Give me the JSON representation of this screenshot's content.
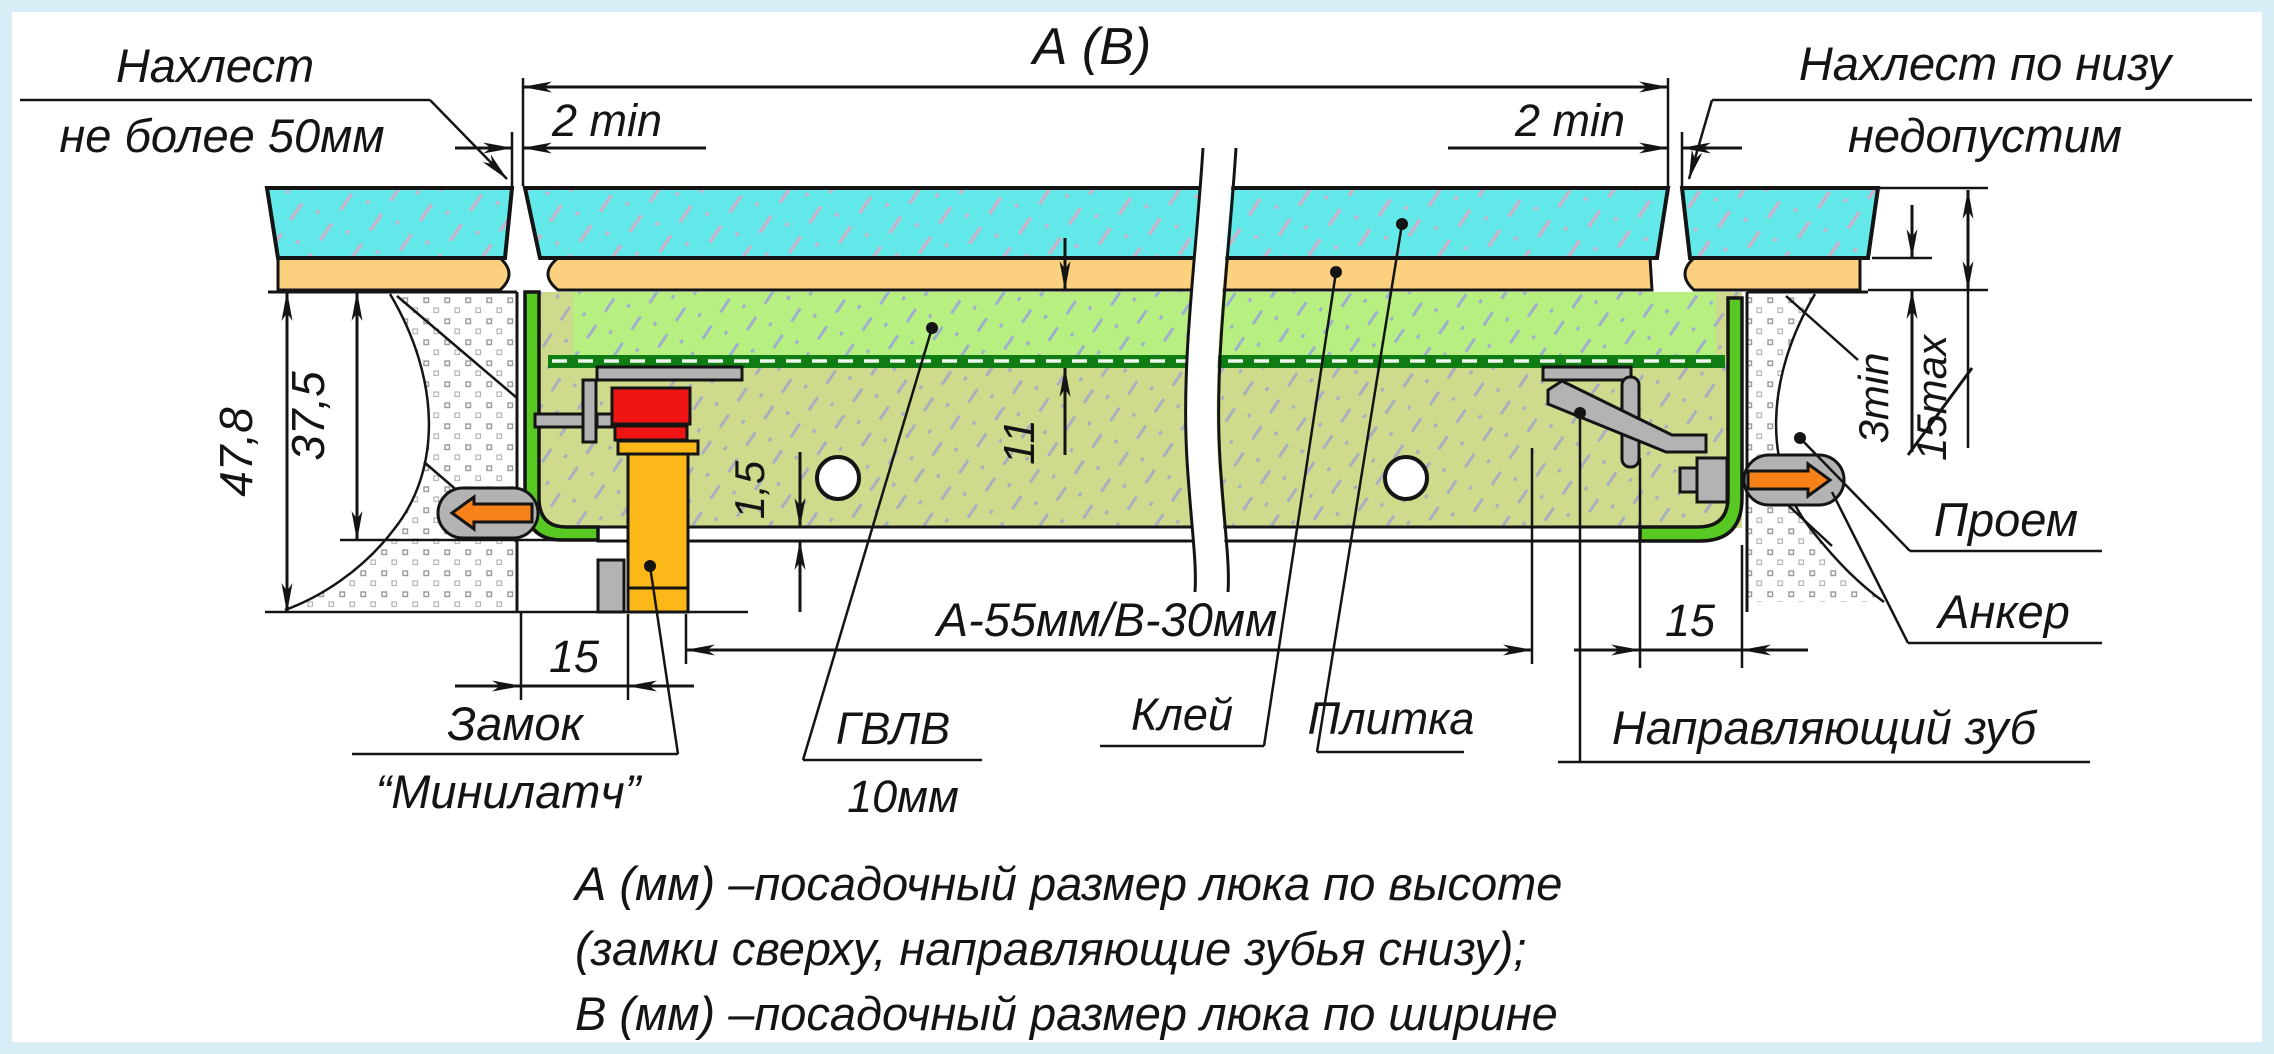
{
  "figure": {
    "title_dim": "А (В)",
    "callouts": {
      "overlap_left_1": "Нахлест",
      "overlap_left_2": "не более 50мм",
      "overlap_right_1": "Нахлест по низу",
      "overlap_right_2": "недопустим",
      "opening": "Проем",
      "anchor": "Анкер",
      "lock_1": "Замок",
      "lock_2": "“Минилатч”",
      "gvl_1": "ГВЛВ",
      "gvl_2": "10мм",
      "glue": "Клей",
      "tile": "Плитка",
      "guide_tooth": "Направляющий зуб"
    },
    "dimensions": {
      "gap_left": "2 min",
      "gap_right": "2 min",
      "height_total": "47,8",
      "height_frame": "37,5",
      "sheet_thickness": "1,5",
      "layer_thickness": "11",
      "lock_offset": "15",
      "tooth_offset": "15",
      "internal_size": "А-55мм/В-30мм",
      "depth_min": "3min",
      "depth_max": "15max"
    },
    "notes": [
      "А (мм) –посадочный размер люка по высоте",
      "(замки сверху, направляющие зубья снизу);",
      "В (мм) –посадочный размер люка по ширине"
    ],
    "colors": {
      "tile": "#63e9e9",
      "glue": "#fbd07e",
      "gvl": "#b7ef80",
      "gvl_dark": "#0f7d13",
      "core": "#cfda8c",
      "frame_green": "#58c922",
      "lock_red": "#f01515",
      "lock_yellow": "#fbb818",
      "anchor_orange": "#f8821a",
      "metal_gray": "#b3b3b3",
      "line": "#141414",
      "page_border": "#d9edf7"
    }
  }
}
